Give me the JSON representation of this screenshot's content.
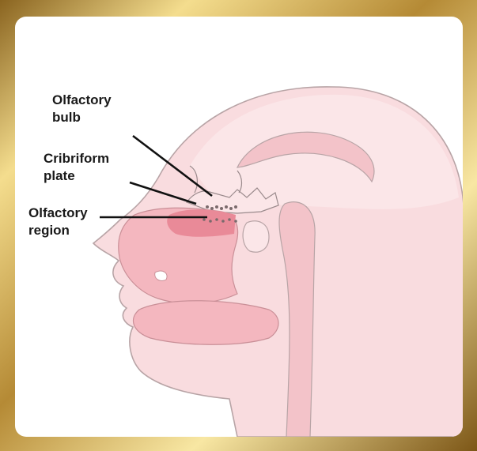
{
  "diagram": {
    "labels": {
      "olfactory_bulb": "Olfactory\nbulb",
      "cribriform_plate": "Cribriform\nplate",
      "olfactory_region": "Olfactory\nregion"
    },
    "colors": {
      "frame_gold_light": "#f6df8f",
      "frame_gold_dark": "#8a6420",
      "head_fill": "#f9dcdf",
      "head_outline": "#b8a4a6",
      "nasal_cavity": "#f4b7bf",
      "olfactory_region": "#e98a98",
      "leader_line": "#111111"
    }
  }
}
